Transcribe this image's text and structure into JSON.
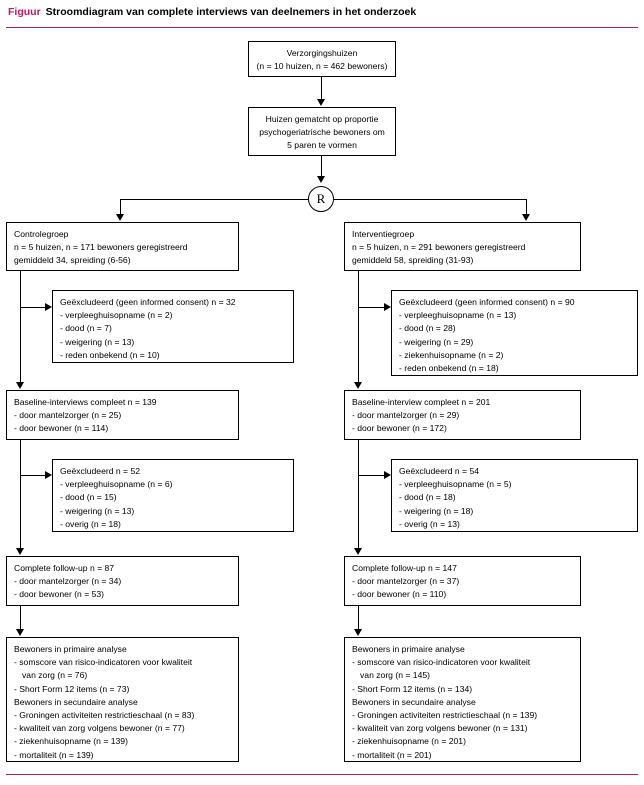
{
  "header": {
    "label": "Figuur",
    "caption": "Stroomdiagram van complete interviews van deelnemers in het onderzoek",
    "label_color": "#c2185b",
    "rule_color": "#a3246b"
  },
  "diagram": {
    "type": "flowchart",
    "randomization_node": "R",
    "top": {
      "title": "Verzorgingshuizen",
      "line2": "(n = 10 huizen, n = 462 bewoners)"
    },
    "matching": {
      "line1": "Huizen gematcht op proportie",
      "line2": "psychogeriatrische bewoners om",
      "line3": "5 paren te vormen"
    },
    "control": {
      "group": {
        "line1": "Controlegroep",
        "line2": "n = 5 huizen, n = 171 bewoners geregistreerd",
        "line3": "gemiddeld 34, spreiding (6-56)"
      },
      "excluded_consent": {
        "title": "Geëxcludeerd (geen informed consent) n = 32",
        "items": [
          "- verpleeghuisopname (n = 2)",
          "- dood (n = 7)",
          "- weigering (n = 13)",
          "- reden onbekend (n = 10)"
        ]
      },
      "baseline": {
        "title": "Baseline-interviews compleet n = 139",
        "items": [
          "- door mantelzorger (n = 25)",
          "- door bewoner (n = 114)"
        ]
      },
      "excluded_followup": {
        "title": "Geëxcludeerd n = 52",
        "items": [
          "- verpleeghuisopname (n = 6)",
          "- dood (n = 15)",
          "- weigering (n = 13)",
          "- overig (n = 18)"
        ]
      },
      "followup": {
        "title": "Complete follow-up n = 87",
        "items": [
          "- door mantelzorger (n = 34)",
          "- door bewoner (n = 53)"
        ]
      },
      "analysis": {
        "primary_title": "Bewoners in primaire analyse",
        "primary_items": [
          "- somscore van risico-indicatoren voor kwaliteit",
          "  van zorg (n = 76)",
          "- Short Form 12 items (n = 73)"
        ],
        "secondary_title": "Bewoners in secundaire analyse",
        "secondary_items": [
          "- Groningen activiteiten restrictieschaal (n = 83)",
          "- kwaliteit van zorg volgens bewoner (n = 77)",
          "- ziekenhuisopname (n = 139)",
          "- mortaliteit (n = 139)"
        ]
      }
    },
    "intervention": {
      "group": {
        "line1": "Interventiegroep",
        "line2": "n = 5 huizen, n = 291 bewoners geregistreerd",
        "line3": "gemiddeld 58, spreiding (31-93)"
      },
      "excluded_consent": {
        "title": "Geëxcludeerd (geen informed consent) n = 90",
        "items": [
          "- verpleeghuisopname (n = 13)",
          "- dood (n = 28)",
          "- weigering (n = 29)",
          "- ziekenhuisopname (n = 2)",
          "- reden onbekend (n = 18)"
        ]
      },
      "baseline": {
        "title": "Baseline-interview compleet n = 201",
        "items": [
          "- door mantelzorger (n = 29)",
          "- door bewoner (n = 172)"
        ]
      },
      "excluded_followup": {
        "title": "Geëxcludeerd n = 54",
        "items": [
          "- verpleeghuisopname (n = 5)",
          "- dood (n = 18)",
          "- weigering (n = 18)",
          "- overig (n = 13)"
        ]
      },
      "followup": {
        "title": "Complete follow-up n = 147",
        "items": [
          "- door mantelzorger (n = 37)",
          "- door bewoner (n = 110)"
        ]
      },
      "analysis": {
        "primary_title": "Bewoners in primaire analyse",
        "primary_items": [
          "- somscore van risico-indicatoren voor kwaliteit",
          "  van zorg (n = 145)",
          "- Short Form 12 items (n = 134)"
        ],
        "secondary_title": "Bewoners in secundaire analyse",
        "secondary_items": [
          "- Groningen activiteiten restrictieschaal (n = 139)",
          "- kwaliteit van zorg volgens bewoner (n = 131)",
          "- ziekenhuisopname (n = 201)",
          "- mortaliteit (n = 201)"
        ]
      }
    }
  }
}
